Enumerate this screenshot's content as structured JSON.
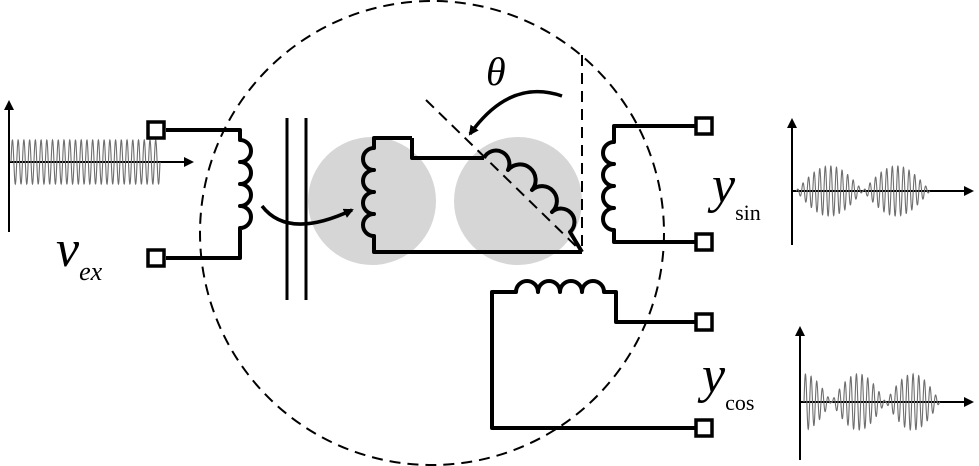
{
  "labels": {
    "theta": "θ",
    "vex_main": "v",
    "vex_sub": "ex",
    "ysin_main": "y",
    "ysin_sub": "sin",
    "ycos_main": "y",
    "ycos_sub": "cos"
  },
  "colors": {
    "stroke": "#000000",
    "rotor_fill": "#d6d6d6",
    "signal": "#6e6e6e"
  },
  "signals": {
    "excitation_cycles": 26,
    "sin_envelope_cycles": 2,
    "cos_envelope_cycles": 2.5
  }
}
